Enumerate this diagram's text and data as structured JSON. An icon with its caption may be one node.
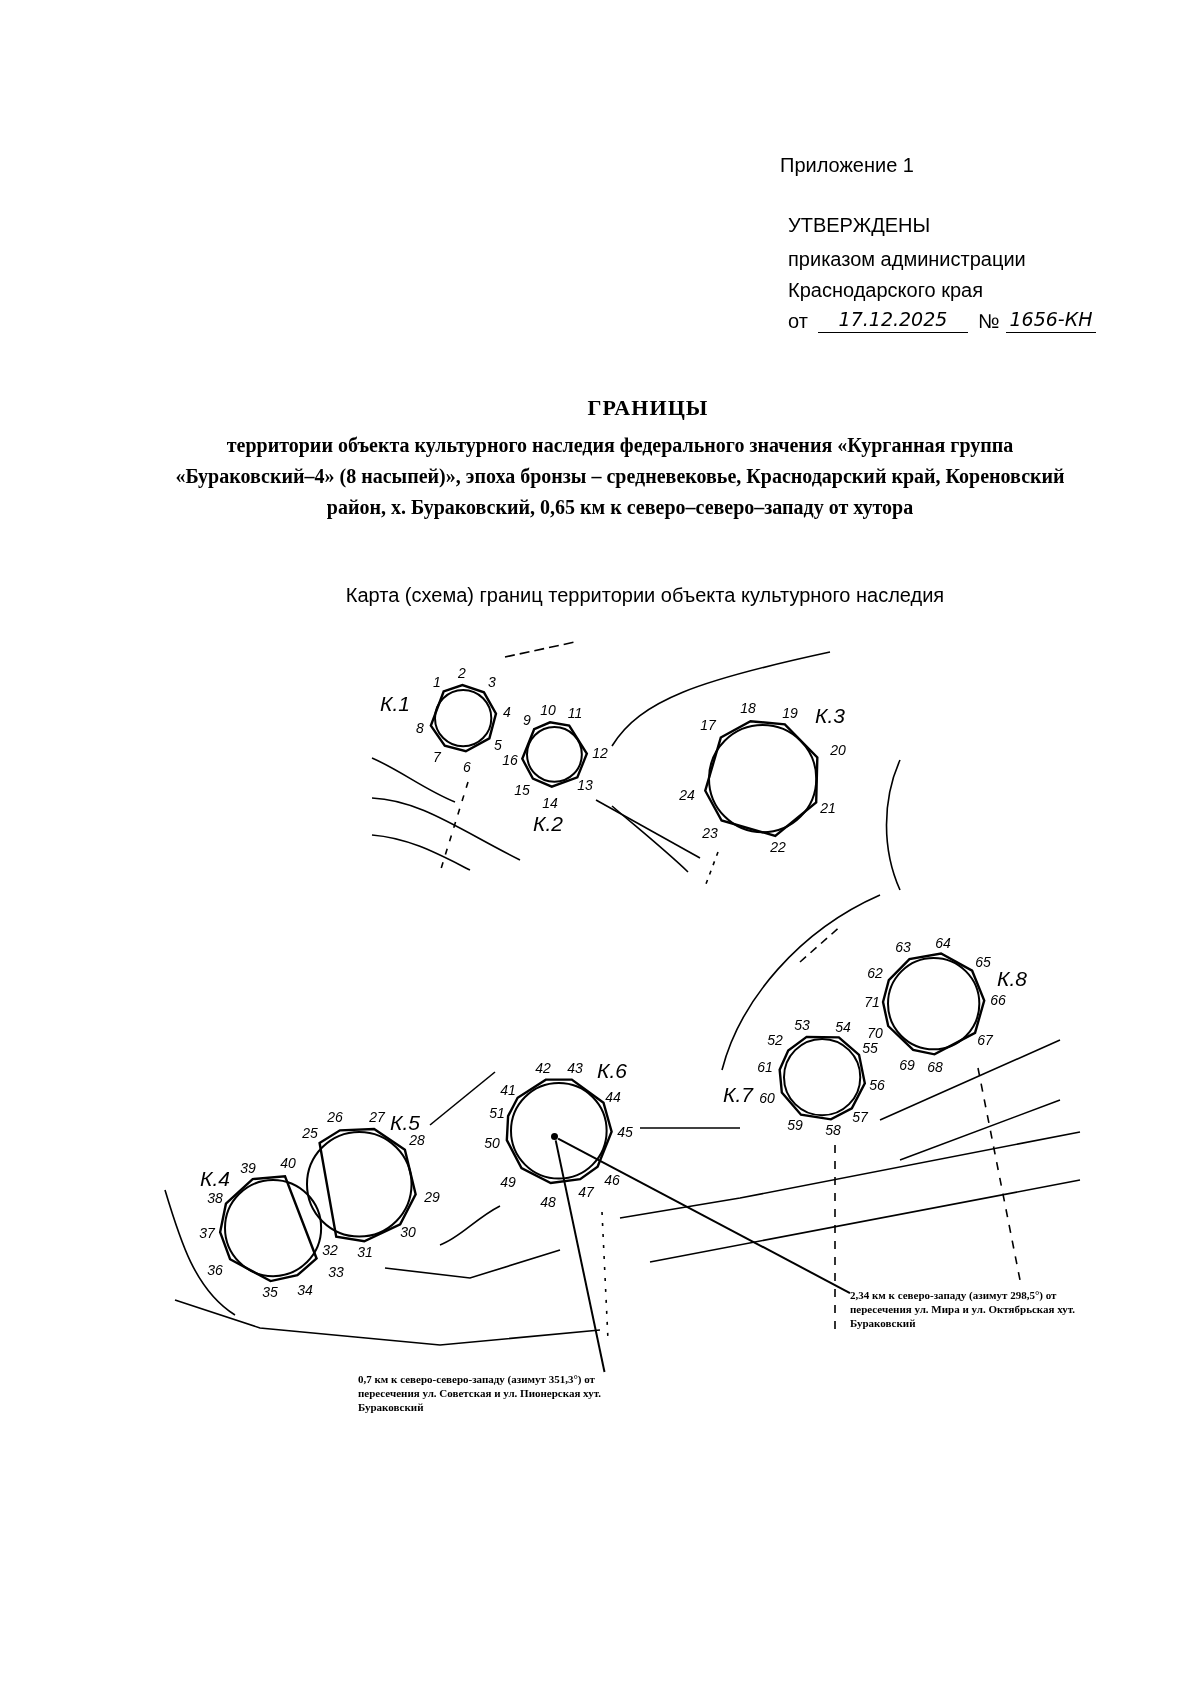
{
  "diagram": {
    "title": "ГРАНИЦЫ",
    "nodes": [
      {
        "text": [
          "К.1"
        ]
      },
      {
        "text": [
          "К.2"
        ]
      },
      {
        "text": [
          "К.3"
        ]
      },
      {
        "text": [
          "К.4"
        ]
      },
      {
        "text": [
          "К.5"
        ]
      },
      {
        "text": [
          "К.6"
        ]
      },
      {
        "text": [
          "К.7"
        ]
      },
      {
        "text": [
          "К.8"
        ]
      },
      {
        "text": [],
        "shape": "circle",
        "in": 5
      },
      {
        "text": [
          "0,7 км к северо-северо-западу (азимут 351,3°) от пересечения ул. Советская и ул. Пионерская хут. Бураковский"
        ]
      },
      {
        "text": [
          "2,34 км к северо-западу (азимут 298,5°) от пересечения ул. Мира и ул. Октябрьская хут. Бураковский"
        ]
      }
    ],
    "edges": [
      {
        "from": 9,
        "to": 8,
        "arrow": "none"
      },
      {
        "from": 10,
        "to": 8,
        "arrow": "none"
      }
    ],
    "labels": [
      "Приложение 1",
      "УТВЕРЖДЕНЫ",
      "приказом администрации",
      "Краснодарского края",
      "от",
      "17.12.2025",
      "№",
      "1656-КН",
      "территории объекта культурного наследия федерального значения «Курганная группа «Бураковский–4» (8 насыпей)», эпоха бронзы – средневековье, Краснодарский край, Кореновский район, х. Бураковский, 0,65 км к северо–северо–западу от хутора",
      "Карта (схема) границ территории объекта культурного наследия",
      "1",
      "2",
      "3",
      "4",
      "5",
      "6",
      "7",
      "8",
      "9",
      "10",
      "11",
      "12",
      "13",
      "14",
      "15",
      "16",
      "17",
      "18",
      "19",
      "20",
      "21",
      "22",
      "23",
      "24",
      "25",
      "26",
      "27",
      "28",
      "29",
      "30",
      "31",
      "32",
      "33",
      "34",
      "35",
      "36",
      "37",
      "38",
      "39",
      "40",
      "41",
      "42",
      "43",
      "44",
      "45",
      "46",
      "47",
      "48",
      "49",
      "50",
      "51",
      "52",
      "53",
      "54",
      "55",
      "56",
      "57",
      "58",
      "59",
      "60",
      "61",
      "62",
      "63",
      "64",
      "65",
      "66",
      "67",
      "68",
      "69",
      "70",
      "71"
    ]
  }
}
